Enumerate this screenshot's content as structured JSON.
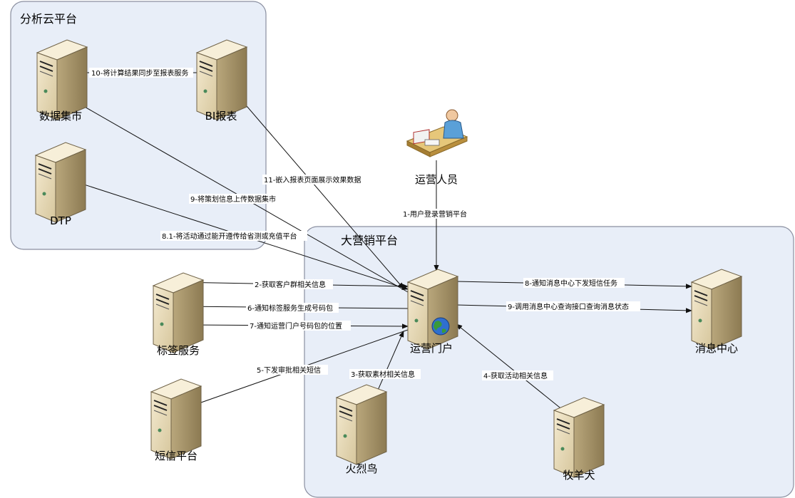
{
  "groups": {
    "analytics": {
      "title": "分析云平台"
    },
    "marketing": {
      "title": "大营销平台"
    }
  },
  "nodes": {
    "data_mart": {
      "label": "数据集市",
      "icon": "server-icon"
    },
    "bi_report": {
      "label": "BI报表",
      "icon": "server-icon"
    },
    "dtp": {
      "label": "DTP",
      "icon": "server-icon"
    },
    "operator": {
      "label": "运营人员",
      "icon": "person-at-desk-icon"
    },
    "tag_service": {
      "label": "标签服务",
      "icon": "server-icon"
    },
    "portal": {
      "label": "运营门户",
      "icon": "web-server-globe-icon"
    },
    "message_center": {
      "label": "消息中心",
      "icon": "server-icon"
    },
    "sms_platform": {
      "label": "短信平台",
      "icon": "server-icon"
    },
    "firebird": {
      "label": "火烈鸟",
      "icon": "server-icon"
    },
    "shepherd": {
      "label": "牧羊犬",
      "icon": "server-icon"
    }
  },
  "edges": {
    "e10": "10-将计算结果同步至报表服务",
    "e11": "11-嵌入报表页面展示效果数据",
    "e9a": "9-将策划信息上传数据集市",
    "e81": "8.1-将活动通过能开遵传给省测或充值平台",
    "e1": "1-用户登录营销平台",
    "e2": "2-获取客户群相关信息",
    "e6": "6-通知标签服务生成号码包",
    "e7": "7-通知运营门户号码包的位置",
    "e5": "5-下发审批相关短信",
    "e3": "3-获取素材相关信息",
    "e4": "4-获取活动相关信息",
    "e8": "8-通知消息中心下发短信任务",
    "e9b": "9-调用消息中心查询接口查询消息状态"
  },
  "colors": {
    "group_fill": "#e8eef8",
    "group_border": "#8a8fa0",
    "server_front": "#e9dcb8",
    "server_side": "#a8956a",
    "server_top": "#f6ecd2",
    "globe_blue": "#2f6fd0",
    "globe_green": "#3a9a3a"
  }
}
